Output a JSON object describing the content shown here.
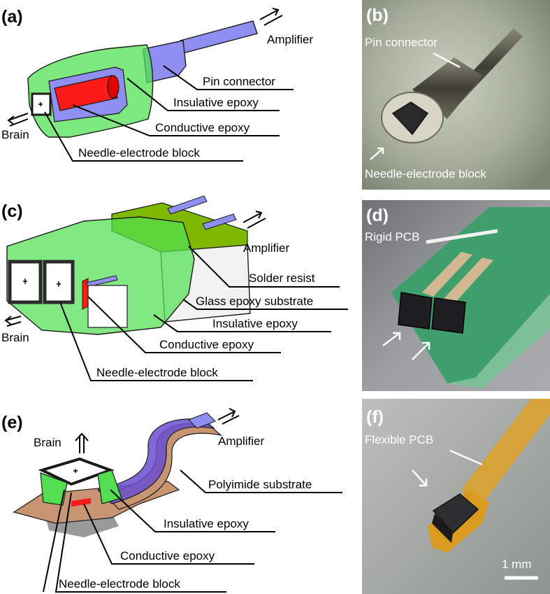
{
  "panels": {
    "a": {
      "label": "(a)",
      "amplifier": "Amplifier",
      "brain": "Brain",
      "callouts": [
        "Pin connector",
        "Insulative epoxy",
        "Conductive epoxy",
        "Needle-electrode block"
      ]
    },
    "b": {
      "label": "(b)",
      "callouts": [
        "Pin connector",
        "Needle-electrode block"
      ]
    },
    "c": {
      "label": "(c)",
      "amplifier": "Amplifier",
      "brain": "Brain",
      "callouts": [
        "Solder resist",
        "Glass epoxy substrate",
        "Insulative epoxy",
        "Conductive epoxy",
        "Needle-electrode block"
      ]
    },
    "d": {
      "label": "(d)",
      "callouts": [
        "Rigid PCB"
      ]
    },
    "e": {
      "label": "(e)",
      "amplifier": "Amplifier",
      "brain": "Brain",
      "callouts": [
        "Polyimide substrate",
        "Insulative epoxy",
        "Conductive epoxy",
        "Needle-electrode block"
      ]
    },
    "f": {
      "label": "(f)",
      "callouts": [
        "Flexible PCB"
      ],
      "scale": "1 mm"
    }
  },
  "colors": {
    "epoxy_green": "#52e052",
    "pin_blue": "#8f8ff2",
    "conductive_red": "#ff1a1a",
    "solder_resist": "#7fb800",
    "polyimide": "#c79572",
    "flex_pcb_purple": "#6a4fd0"
  }
}
